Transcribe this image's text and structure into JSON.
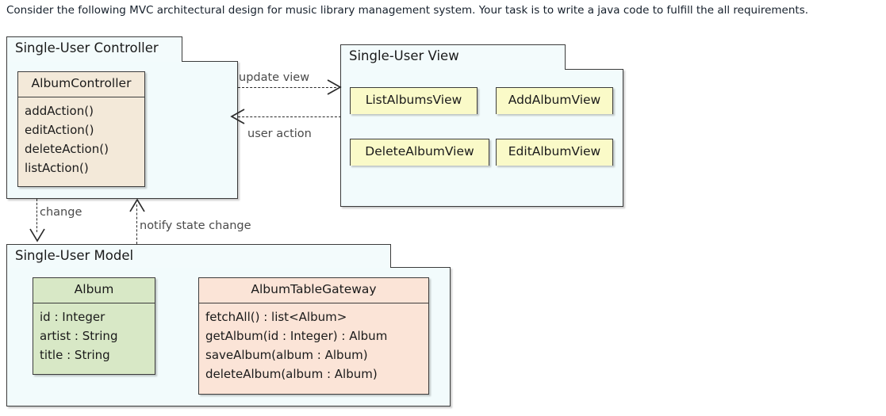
{
  "prompt": {
    "text": "Consider the following MVC architectural design for music library management system. Your task is to write a java code to fulfill the all requirements."
  },
  "diagram": {
    "type": "uml-package-class-diagram",
    "colors": {
      "package_fill": "#f2fbfc",
      "controller_class_fill": "#f3e9d9",
      "view_class_fill": "#fafac8",
      "model_entity_fill": "#d8e8c6",
      "model_gateway_fill": "#fbe4d7",
      "border": "#3c3c3c",
      "connector": "#2b2b2b"
    },
    "packages": [
      {
        "id": "controller",
        "title": "Single-User Controller",
        "classes": [
          {
            "id": "album-controller",
            "name": "AlbumController",
            "members": [
              "addAction()",
              "editAction()",
              "deleteAction()",
              "listAction()"
            ]
          }
        ]
      },
      {
        "id": "view",
        "title": "Single-User View",
        "classes": [
          {
            "id": "list-albums-view",
            "name": "ListAlbumsView",
            "members": []
          },
          {
            "id": "add-album-view",
            "name": "AddAlbumView",
            "members": []
          },
          {
            "id": "delete-album-view",
            "name": "DeleteAlbumView",
            "members": []
          },
          {
            "id": "edit-album-view",
            "name": "EditAlbumView",
            "members": []
          }
        ]
      },
      {
        "id": "model",
        "title": "Single-User Model",
        "classes": [
          {
            "id": "album",
            "name": "Album",
            "members": [
              "id : Integer",
              "artist : String",
              "title : String"
            ]
          },
          {
            "id": "album-table-gateway",
            "name": "AlbumTableGateway",
            "members": [
              "fetchAll() : list<Album>",
              "getAlbum(id : Integer) : Album",
              "saveAlbum(album : Album)",
              "deleteAlbum(album : Album)"
            ]
          }
        ]
      }
    ],
    "connectors": [
      {
        "id": "update-view",
        "label": "update view",
        "style": "dashed",
        "direction": "controller-to-view"
      },
      {
        "id": "user-action",
        "label": "user action",
        "style": "dashed",
        "direction": "view-to-controller"
      },
      {
        "id": "change",
        "label": "change",
        "style": "dashed",
        "direction": "controller-to-model"
      },
      {
        "id": "notify-state-change",
        "label": "notify state change",
        "style": "dashed",
        "direction": "model-to-controller"
      },
      {
        "id": "album-gateway-association",
        "label": "",
        "style": "solid",
        "direction": "album-to-gateway"
      }
    ]
  }
}
